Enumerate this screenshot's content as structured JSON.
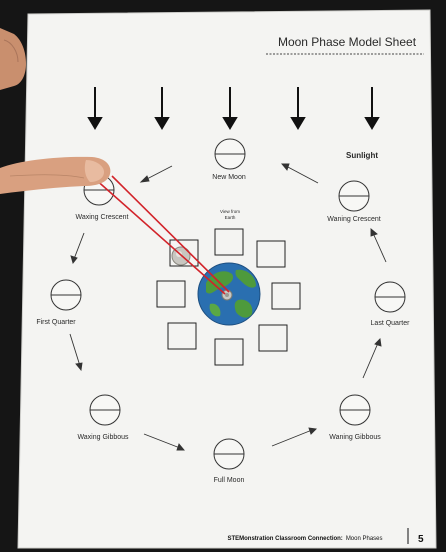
{
  "sheet": {
    "title": "Moon Phase Model Sheet",
    "sunlight_label": "Sunlight",
    "view_label_line1": "View from",
    "view_label_line2": "Earth",
    "footer_brand": "STEMonstration Classroom Connection:",
    "footer_topic": "Moon Phases",
    "page_number": "5"
  },
  "phases": [
    {
      "label": "New Moon"
    },
    {
      "label": "Waxing Crescent"
    },
    {
      "label": "First Quarter"
    },
    {
      "label": "Waxing Gibbous"
    },
    {
      "label": "Full Moon"
    },
    {
      "label": "Waning Gibbous"
    },
    {
      "label": "Last Quarter"
    },
    {
      "label": "Waning Crescent"
    }
  ],
  "colors": {
    "paper": "#f4f4f2",
    "earth_ocean": "#2a6fb0",
    "earth_land": "#4e9a3c",
    "string": "#d2232a",
    "skin": "#d9a080"
  }
}
